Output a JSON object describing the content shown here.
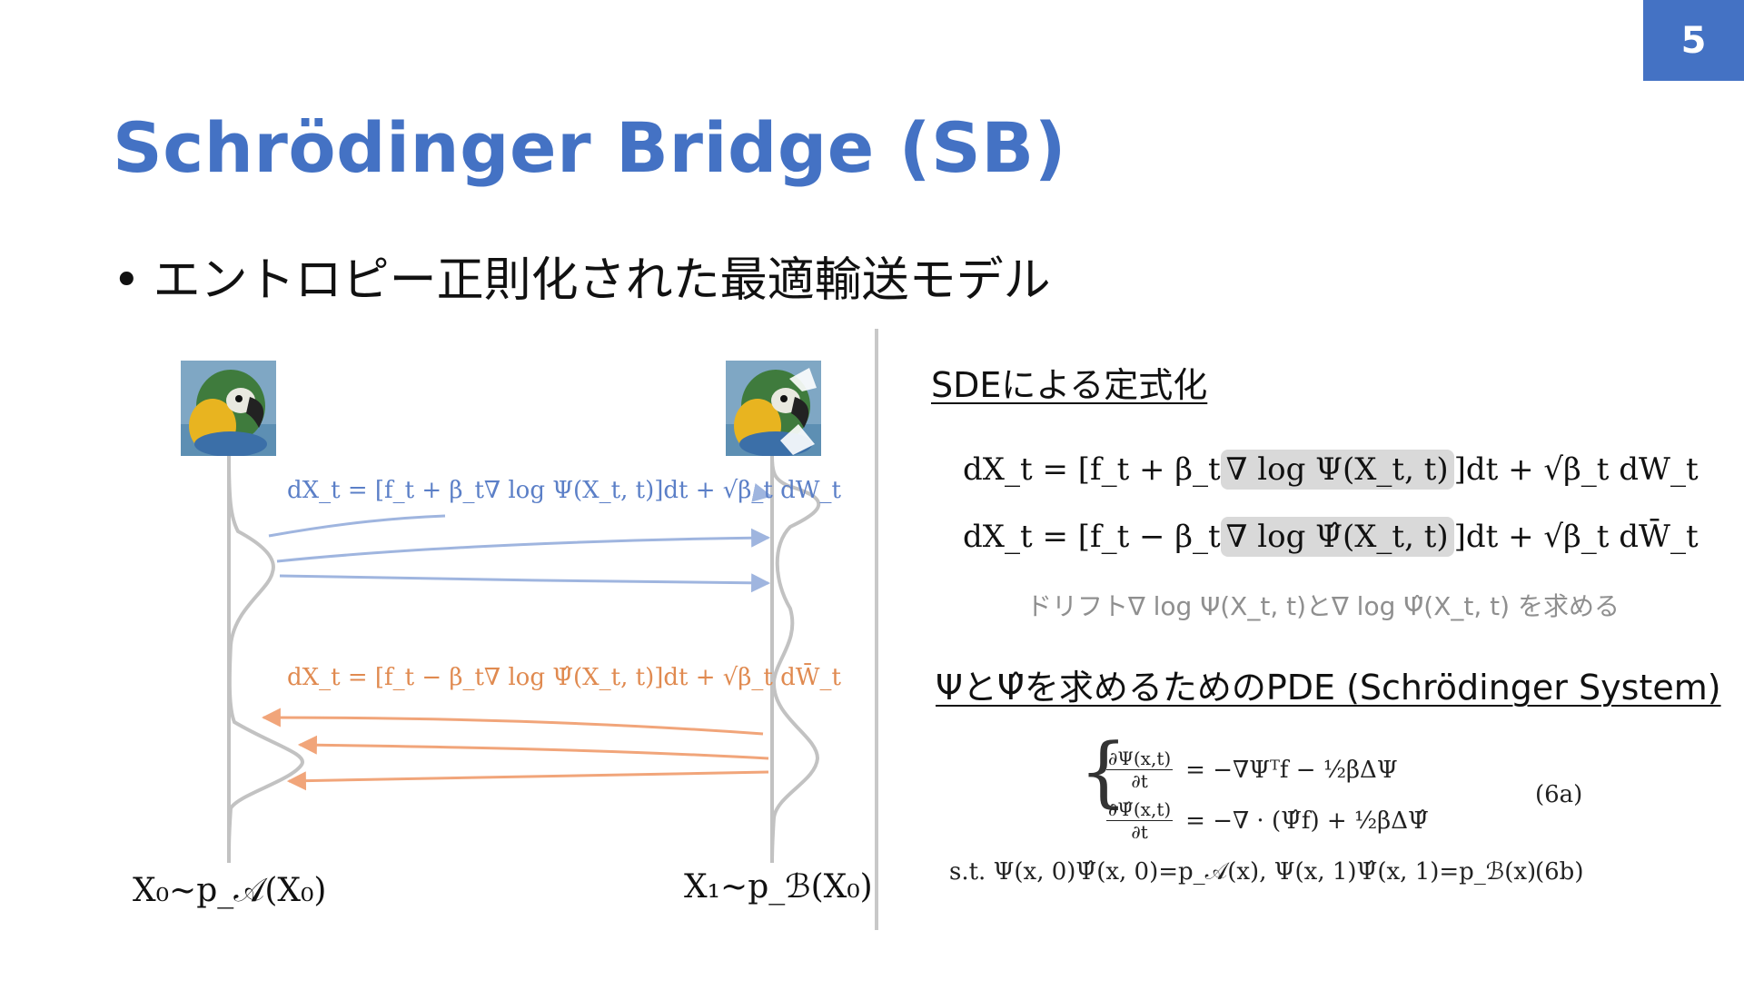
{
  "page": {
    "number": "5"
  },
  "title": "Schrödinger Bridge (SB)",
  "bullet": {
    "marker": "•",
    "text": "エントロピー正則化された最適輸送モデル"
  },
  "colors": {
    "accent": "#4472c4",
    "forward": "#5b7fc7",
    "backward": "#e08a50",
    "curve": "#c2c2c2"
  },
  "diagram": {
    "left_image": "parrot-image",
    "right_image": "noisy-parrot-image",
    "forward_equation": "dX_t = [f_t + β_t∇ log Ψ(X_t, t)]dt + √β_t dW_t",
    "backward_equation": "dX_t = [f_t − β_t∇ log Ψ̂(X_t, t)]dt + √β_t dW̄_t",
    "left_label": "X₀~p_𝒜(X₀)",
    "right_label": "X₁~p_ℬ(X₀)"
  },
  "sde_section": {
    "heading": "SDEによる定式化",
    "eq1": {
      "pre": "dX_t = [f_t + β_t",
      "hl": "∇ log Ψ(X_t, t)",
      "post": "]dt + √β_t dW_t"
    },
    "eq2": {
      "pre": "dX_t = [f_t − β_t",
      "hl": "∇ log Ψ̂(X_t, t)",
      "post": "]dt + √β_t dW̄_t"
    },
    "note": "ドリフト∇ log Ψ(X_t, t)と∇ log Ψ̂(X_t, t) を求める"
  },
  "pde_section": {
    "heading": "ΨとΨ̂を求めるためのPDE (Schrödinger System)",
    "row1": {
      "num": "∂Ψ(x,t)",
      "den": "∂t",
      "rhs": "= −∇Ψᵀf − ½βΔΨ"
    },
    "row2": {
      "num": "∂Ψ̂(x,t)",
      "den": "∂t",
      "rhs": "= −∇ · (Ψ̂f) + ½βΔΨ̂"
    },
    "tag_a": "(6a)",
    "constraint": "s.t. Ψ(x, 0)Ψ̂(x, 0)=p_𝒜(x), Ψ(x, 1)Ψ̂(x, 1)=p_ℬ(x)",
    "tag_b": "(6b)"
  }
}
